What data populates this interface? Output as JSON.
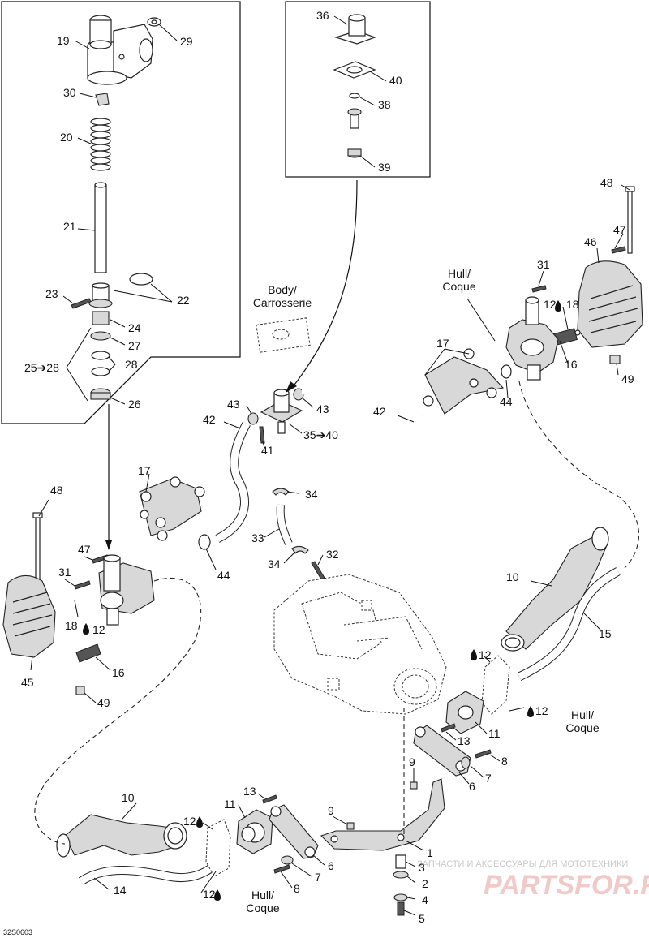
{
  "diagram": {
    "ref_code": "32S0603",
    "watermark": {
      "line1": "ЗАПЧАСТИ И АКСЕССУАРЫ ДЛЯ МОТОТЕХНИКИ",
      "line2": "PARTSFOR.RU"
    },
    "captions": {
      "body": [
        "Body/",
        "Carrosserie"
      ],
      "hull_top": [
        "Hull/",
        "Coque"
      ],
      "hull_right": [
        "Hull/",
        "Coque"
      ],
      "hull_bottom": [
        "Hull/",
        "Coque"
      ]
    },
    "callouts": {
      "c19": "19",
      "c29": "29",
      "c30": "30",
      "c20": "20",
      "c21": "21",
      "c23": "23",
      "c22": "22",
      "c24": "24",
      "c27": "27",
      "c25_28": "25➔28",
      "c28": "28",
      "c26": "26",
      "c36": "36",
      "c40": "40",
      "c38": "38",
      "c39": "39",
      "c48_top": "48",
      "c47_top": "47",
      "c46": "46",
      "c31_top": "31",
      "c12_top": "12",
      "c18_top": "18",
      "c16_top": "16",
      "c49_top": "49",
      "c17_top": "17",
      "c44_top": "44",
      "c43_left": "43",
      "c43_right": "43",
      "c42_left": "42",
      "c42_right": "42",
      "c41": "41",
      "c35_40": "35➔40",
      "c34_top": "34",
      "c33": "33",
      "c34_bottom": "34",
      "c32": "32",
      "c17_mid": "17",
      "c48_left": "48",
      "c47_left": "47",
      "c31_left": "31",
      "c44_mid": "44",
      "c18_left": "18",
      "c12_left": "12",
      "c45": "45",
      "c16_left": "16",
      "c49_left": "49",
      "c10_right": "10",
      "c15": "15",
      "c12_right_a": "12",
      "c12_right_b": "12",
      "c11_right": "11",
      "c13_right": "13",
      "c8_right": "8",
      "c9_right": "9",
      "c7_right": "7",
      "c6_right": "6",
      "c1": "1",
      "c2": "2",
      "c3": "3",
      "c4": "4",
      "c5": "5",
      "c10_left": "10",
      "c13_left": "13",
      "c11_left": "11",
      "c12_left_a": "12",
      "c12_left_b": "12",
      "c9_left": "9",
      "c6_left": "6",
      "c7_left": "7",
      "c8_left": "8",
      "c14": "14"
    }
  }
}
